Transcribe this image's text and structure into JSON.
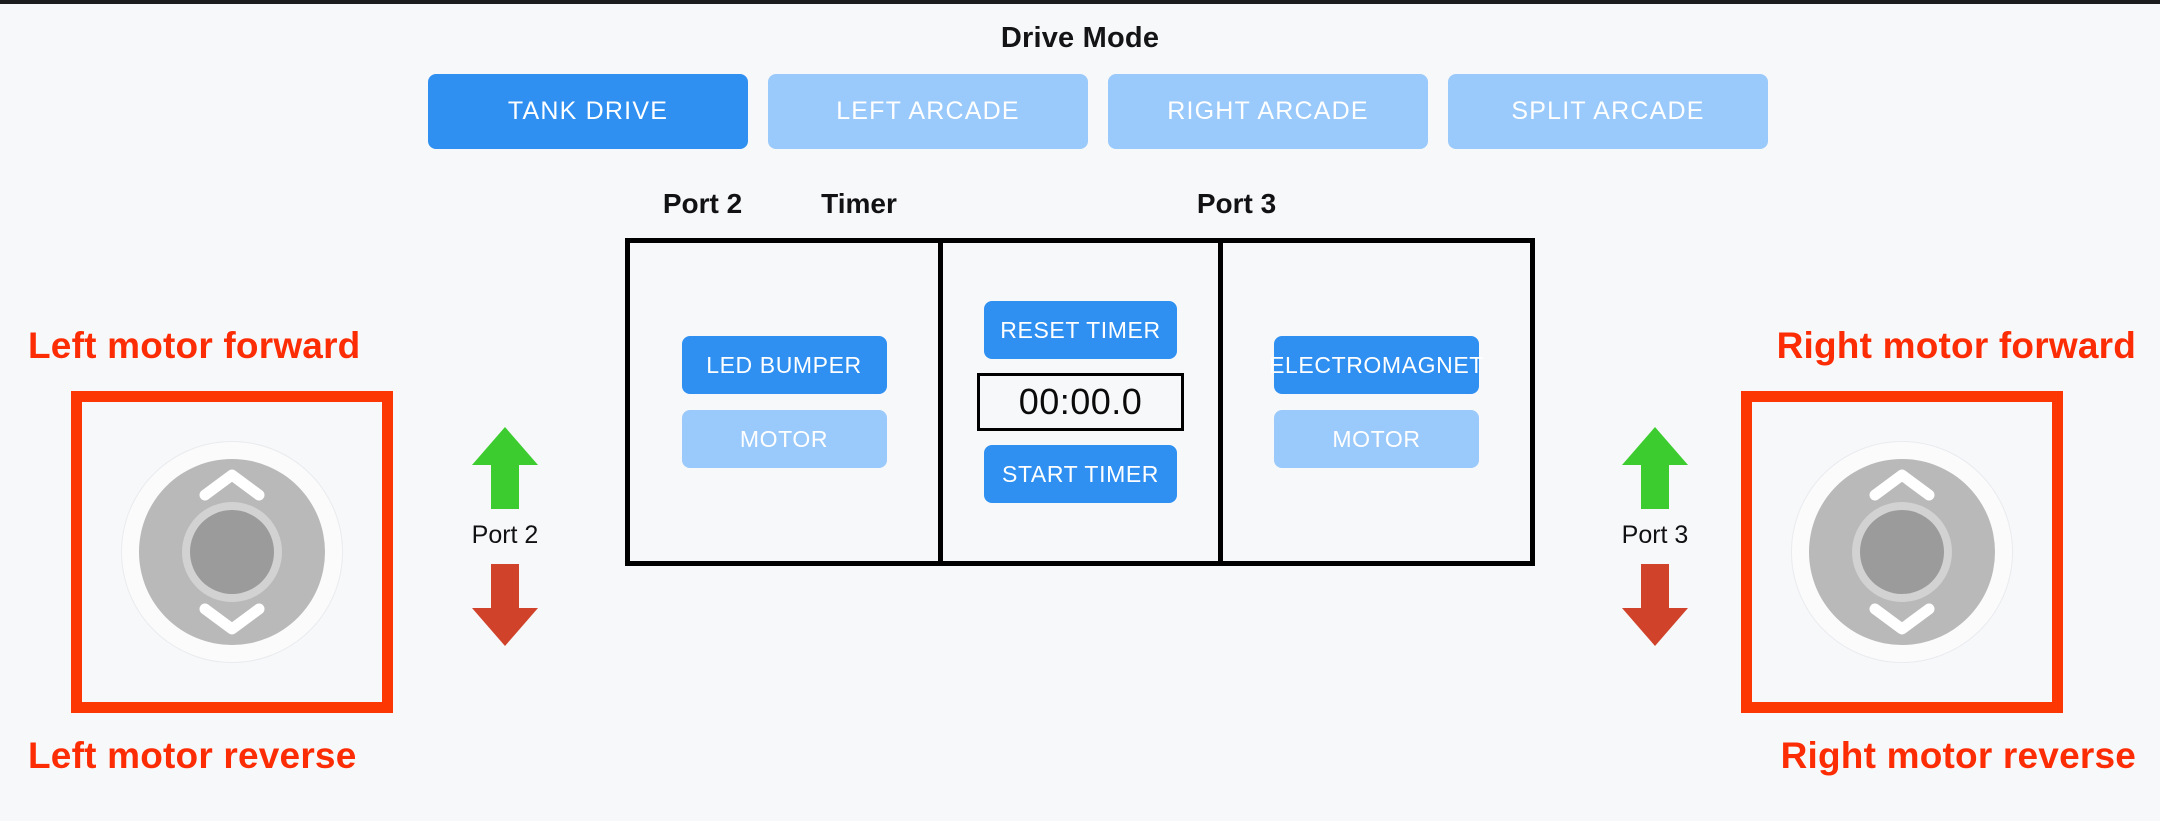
{
  "header": {
    "title": "Drive Mode",
    "modes": [
      {
        "label": "TANK DRIVE",
        "state": "active"
      },
      {
        "label": "LEFT ARCADE",
        "state": "inactive"
      },
      {
        "label": "RIGHT ARCADE",
        "state": "inactive"
      },
      {
        "label": "SPLIT ARCADE",
        "state": "inactive"
      }
    ]
  },
  "panel": {
    "headers": {
      "port2": "Port 2",
      "timer": "Timer",
      "port3": "Port 3"
    },
    "port2": {
      "buttons": [
        {
          "label": "LED BUMPER",
          "style": "primary"
        },
        {
          "label": "MOTOR",
          "style": "secondary"
        }
      ]
    },
    "timer": {
      "reset_label": "RESET TIMER",
      "display": "00:00.0",
      "start_label": "START TIMER"
    },
    "port3": {
      "buttons": [
        {
          "label": "ELECTROMAGNET",
          "style": "primary"
        },
        {
          "label": "MOTOR",
          "style": "secondary"
        }
      ]
    }
  },
  "left": {
    "annotation_top": "Left motor forward",
    "annotation_bottom": "Left motor reverse",
    "port_label": "Port 2",
    "up_icon": "arrow-up-green",
    "down_icon": "arrow-down-red",
    "joystick_up_icon": "chevron-up-icon",
    "joystick_down_icon": "chevron-down-icon"
  },
  "right": {
    "annotation_top": "Right motor forward",
    "annotation_bottom": "Right motor reverse",
    "port_label": "Port 3",
    "up_icon": "arrow-up-green",
    "down_icon": "arrow-down-red",
    "joystick_up_icon": "chevron-up-icon",
    "joystick_down_icon": "chevron-down-icon"
  },
  "colors": {
    "accent_blue": "#2f90f2",
    "inactive_blue": "#9ac9fb",
    "annotation_red": "#fc2d05",
    "highlight_box_red": "#fc3703",
    "arrow_green": "#3dcc2f",
    "arrow_red": "#d0432a",
    "background": "#f7f8fa",
    "panel_border": "#000000"
  }
}
